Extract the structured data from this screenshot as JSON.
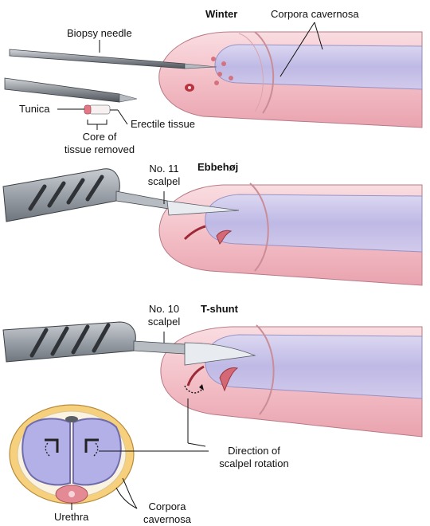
{
  "sections": {
    "winter": "Winter",
    "ebbehoj": "Ebbehøj",
    "tshunt": "T-shunt"
  },
  "labels": {
    "corpora_top": "Corpora cavernosa",
    "biopsy_needle": "Biopsy needle",
    "tunica": "Tunica",
    "erectile_tissue": "Erectile tissue",
    "core_line1": "Core of",
    "core_line2": "tissue removed",
    "no11_line1": "No. 11",
    "no11_line2": "scalpel",
    "no10_line1": "No. 10",
    "no10_line2": "scalpel",
    "direction_line1": "Direction of",
    "direction_line2": "scalpel rotation",
    "urethra": "Urethra",
    "corpora_bottom_line1": "Corpora",
    "corpora_bottom_line2": "cavernosa"
  },
  "colors": {
    "skin": "#f5c6cc",
    "skin_dark": "#e79aa6",
    "cavernosa": "#b9b8e8",
    "tunica_layer": "#f1e2a8",
    "blade": "#dfe3e8",
    "handle": "#8a8f96",
    "outline": "#6b4a52"
  }
}
